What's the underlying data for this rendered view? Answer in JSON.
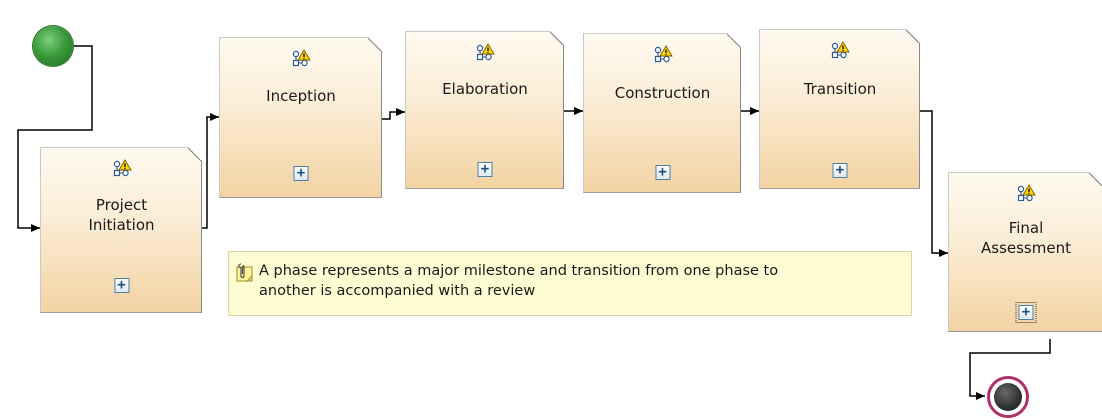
{
  "diagram": {
    "start_event": {
      "icon": "start-event-icon",
      "color": "#3a9a3a"
    },
    "end_event": {
      "icon": "end-event-icon",
      "ring_color": "#b0306a"
    },
    "phases": [
      {
        "id": "project-initiation",
        "label_lines": [
          "Project",
          "Initiation"
        ],
        "icon": "phase-icon",
        "expand_symbol": "+"
      },
      {
        "id": "inception",
        "label_lines": [
          "Inception"
        ],
        "icon": "phase-icon",
        "expand_symbol": "+"
      },
      {
        "id": "elaboration",
        "label_lines": [
          "Elaboration"
        ],
        "icon": "phase-icon",
        "expand_symbol": "+"
      },
      {
        "id": "construction",
        "label_lines": [
          "Construction"
        ],
        "icon": "phase-icon",
        "expand_symbol": "+"
      },
      {
        "id": "transition",
        "label_lines": [
          "Transition"
        ],
        "icon": "phase-icon",
        "expand_symbol": "+"
      },
      {
        "id": "final-assessment",
        "label_lines": [
          "Final",
          "Assessment"
        ],
        "icon": "phase-icon",
        "expand_symbol": "+",
        "selected": true
      }
    ],
    "note": {
      "icon": "note-icon",
      "text_lines": [
        "A phase represents a major milestone and transition from one phase to",
        "another is accompanied with a review"
      ]
    },
    "colors": {
      "node_top": "#fffaf0",
      "node_bottom": "#f3d3a3",
      "note_bg": "#fefcd2",
      "connector": "#000000"
    }
  }
}
